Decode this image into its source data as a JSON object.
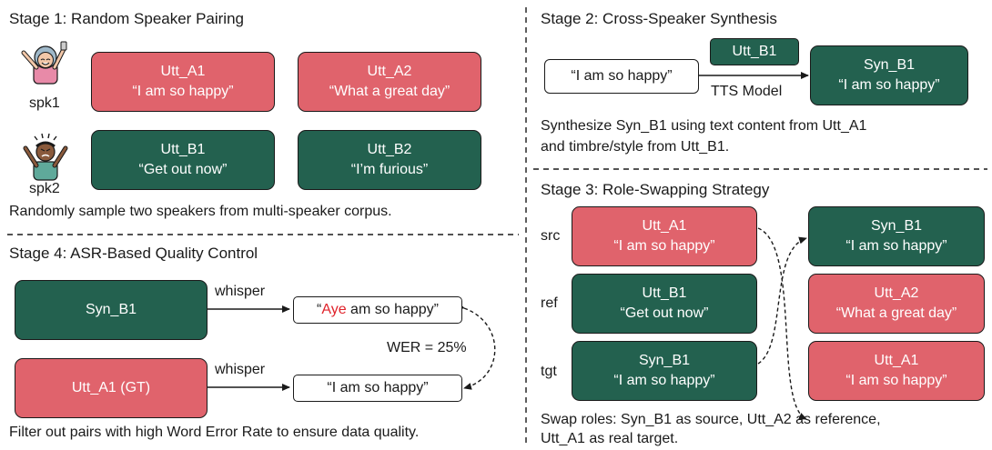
{
  "colors": {
    "red_box": "#e0636c",
    "green_box": "#23614f",
    "highlight": "#e0232b"
  },
  "stage1": {
    "title": "Stage 1: Random Speaker Pairing",
    "spk1": {
      "label": "spk1",
      "icon": "happy-person-icon"
    },
    "spk2": {
      "label": "spk2",
      "icon": "angry-person-icon"
    },
    "utt_a1": {
      "name": "Utt_A1",
      "text": "“I am so happy”"
    },
    "utt_a2": {
      "name": "Utt_A2",
      "text": "“What a great day”"
    },
    "utt_b1": {
      "name": "Utt_B1",
      "text": "“Get out now”"
    },
    "utt_b2": {
      "name": "Utt_B2",
      "text": "“I’m furious”"
    },
    "caption": "Randomly sample two speakers from multi-speaker corpus."
  },
  "stage2": {
    "title": "Stage 2: Cross-Speaker Synthesis",
    "input_text": "“I am so happy”",
    "utt_b1": "Utt_B1",
    "model": "TTS Model",
    "output": {
      "name": "Syn_B1",
      "text": "“I am so happy”"
    },
    "caption_line1": "Synthesize Syn_B1 using text content from Utt_A1",
    "caption_line2": "and timbre/style from Utt_B1."
  },
  "stage3": {
    "title": "Stage 3: Role-Swapping Strategy",
    "row_labels": {
      "src": "src",
      "ref": "ref",
      "tgt": "tgt"
    },
    "left": {
      "src": {
        "name": "Utt_A1",
        "text": "“I am so happy”"
      },
      "ref": {
        "name": "Utt_B1",
        "text": "“Get out now”"
      },
      "tgt": {
        "name": "Syn_B1",
        "text": "“I am so happy”"
      }
    },
    "right": {
      "src": {
        "name": "Syn_B1",
        "text": "“I am so happy”"
      },
      "ref": {
        "name": "Utt_A2",
        "text": "“What a great day”"
      },
      "tgt": {
        "name": "Utt_A1",
        "text": "“I am so happy”"
      }
    },
    "caption_line1": "Swap roles: Syn_B1 as source, Utt_A2 as reference,",
    "caption_line2": "Utt_A1 as real target."
  },
  "stage4": {
    "title": "Stage 4: ASR-Based Quality Control",
    "syn_box": "Syn_B1",
    "gt_box": "Utt_A1 (GT)",
    "asr_label_top": "whisper",
    "asr_label_bottom": "whisper",
    "transcript_top_open": "“",
    "transcript_top_error": "Aye",
    "transcript_top_rest": " am so happy”",
    "transcript_bottom": "“I am so happy”",
    "wer": "WER = 25%",
    "caption": "Filter out pairs with high Word Error Rate to ensure data quality."
  }
}
